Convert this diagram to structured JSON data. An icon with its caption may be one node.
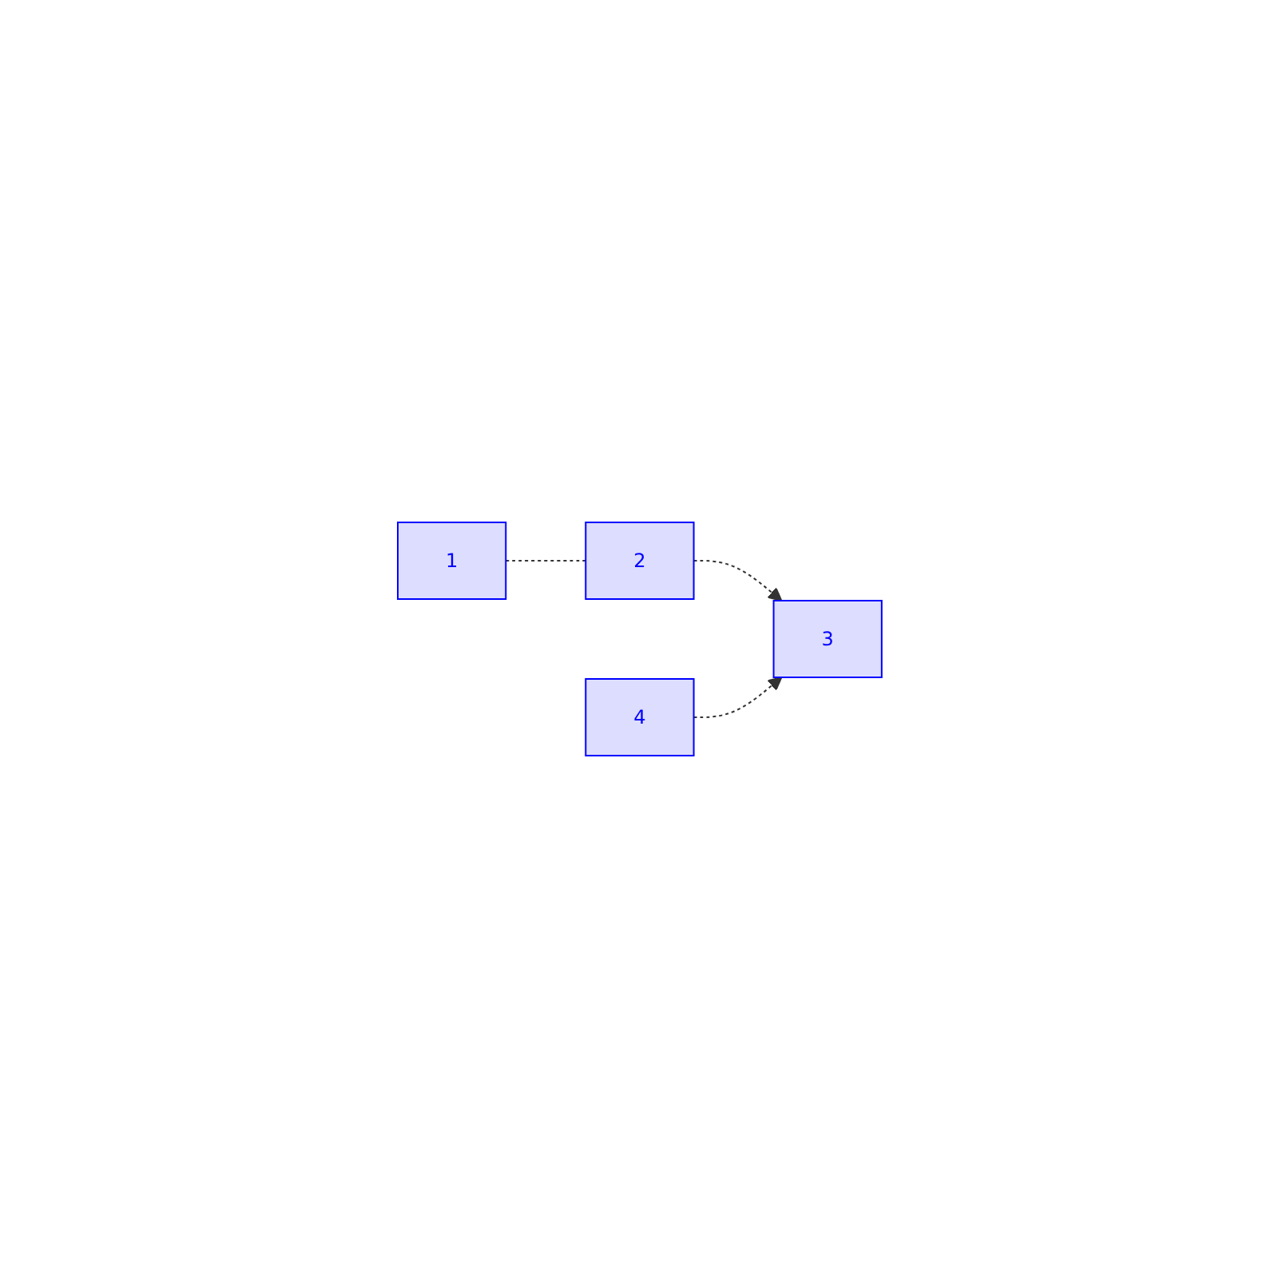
{
  "diagram": {
    "nodes": [
      {
        "text": [
          "1"
        ]
      },
      {
        "text": [
          "2"
        ]
      },
      {
        "text": [
          "3"
        ]
      },
      {
        "text": [
          "4"
        ]
      }
    ],
    "edges": [
      {
        "from": 0,
        "to": 1,
        "arrow": "none",
        "style": "dashed"
      },
      {
        "from": 1,
        "to": 2,
        "arrow": "to",
        "style": "dashed"
      },
      {
        "from": 3,
        "to": 2,
        "arrow": "to",
        "style": "dashed"
      }
    ]
  }
}
